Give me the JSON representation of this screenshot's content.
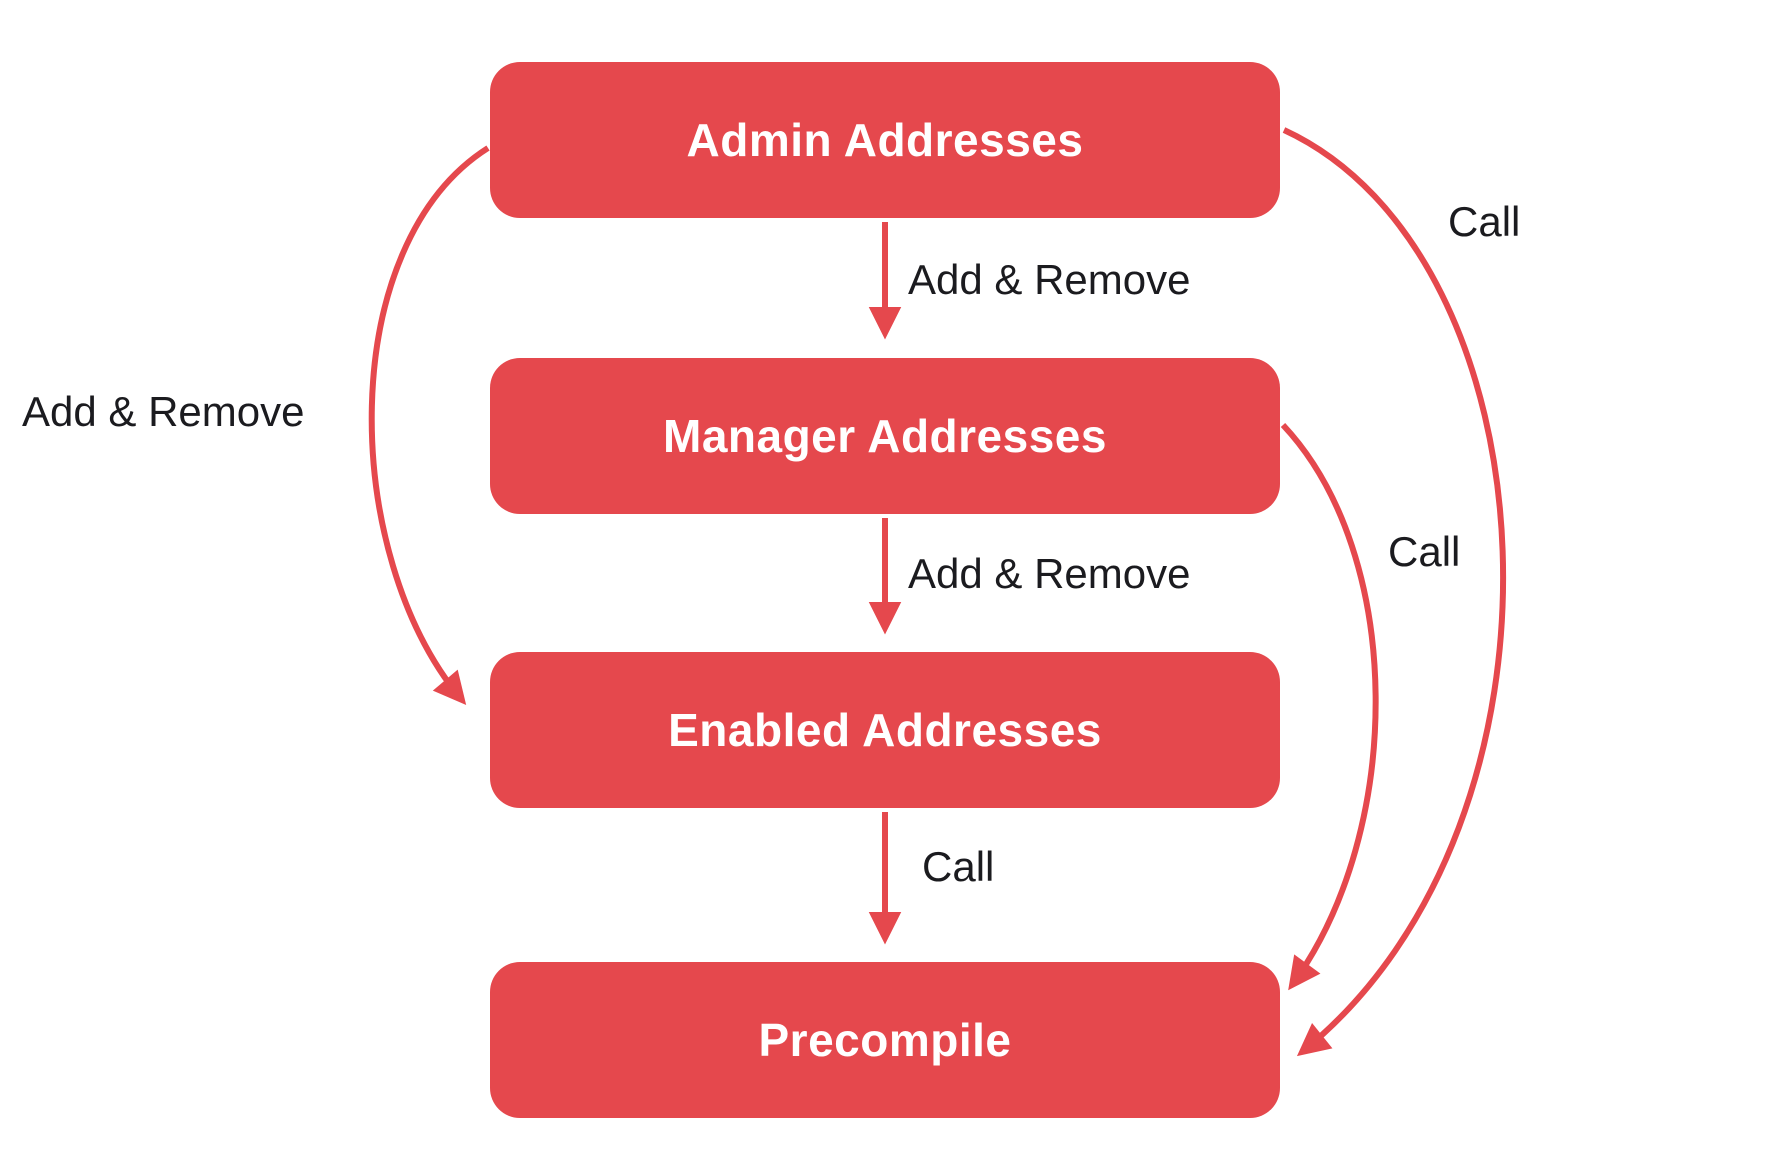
{
  "diagram": {
    "background_color": "#ffffff",
    "accent_color": "#e5484d",
    "node_text_color": "#ffffff",
    "label_text_color": "#1b1b1f",
    "nodes": [
      {
        "id": "admin",
        "label": "Admin Addresses"
      },
      {
        "id": "manager",
        "label": "Manager Addresses"
      },
      {
        "id": "enabled",
        "label": "Enabled Addresses"
      },
      {
        "id": "precompile",
        "label": "Precompile"
      }
    ],
    "edges": [
      {
        "from": "admin",
        "to": "manager",
        "label": "Add & Remove",
        "shape": "straight-down"
      },
      {
        "from": "manager",
        "to": "enabled",
        "label": "Add & Remove",
        "shape": "straight-down"
      },
      {
        "from": "enabled",
        "to": "precompile",
        "label": "Call",
        "shape": "straight-down"
      },
      {
        "from": "admin",
        "to": "enabled",
        "label": "Add & Remove",
        "shape": "curve-left"
      },
      {
        "from": "admin",
        "to": "precompile",
        "label": "Call",
        "shape": "curve-far-right"
      },
      {
        "from": "manager",
        "to": "precompile",
        "label": "Call",
        "shape": "curve-right"
      }
    ]
  }
}
